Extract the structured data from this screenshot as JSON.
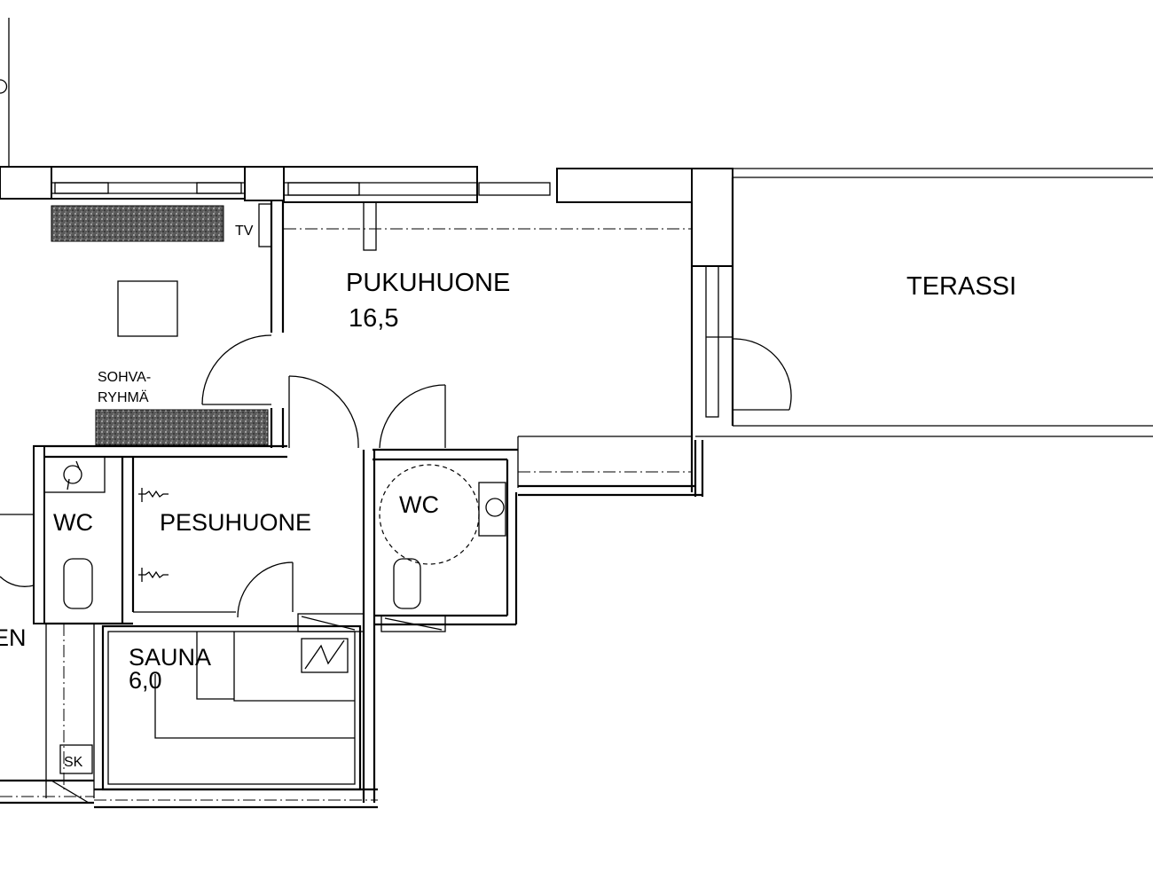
{
  "rooms": {
    "pukuhuone": {
      "name": "PUKUHUONE",
      "area": "16,5"
    },
    "terassi": {
      "name": "TERASSI"
    },
    "pesuhuone": {
      "name": "PESUHUONE"
    },
    "wc_left": {
      "name": "WC"
    },
    "wc_right": {
      "name": "WC"
    },
    "sauna": {
      "name": "SAUNA",
      "area": "6,0"
    },
    "partial_left": {
      "name": "EN"
    }
  },
  "fixtures": {
    "tv": "TV",
    "sohvaryhma_line1": "SOHVA-",
    "sohvaryhma_line2": "RYHMÄ",
    "sk": "SK"
  }
}
